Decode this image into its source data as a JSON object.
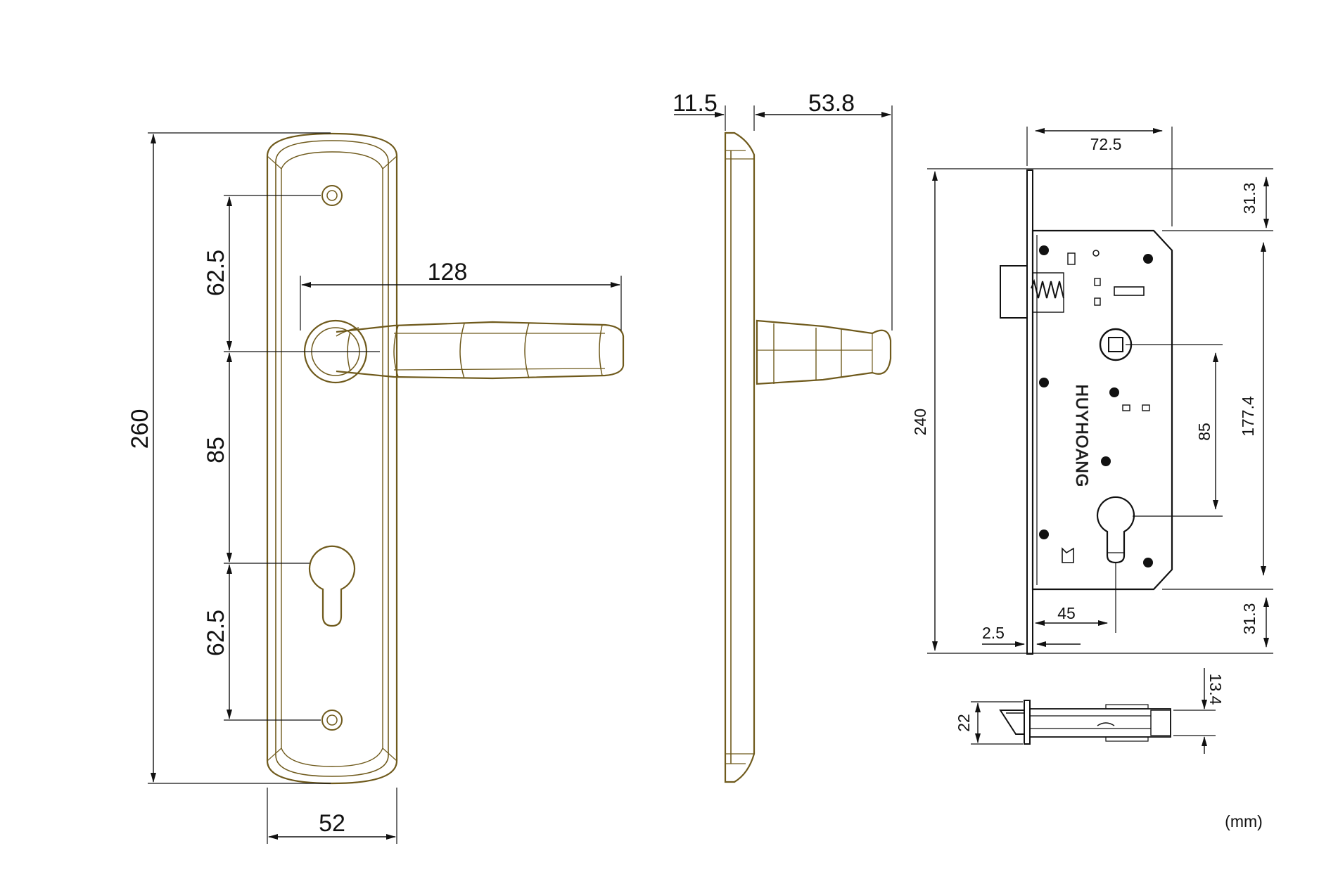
{
  "diagram": {
    "handle_front": {
      "height": "260",
      "width": "52",
      "handle_length": "128",
      "top_screw_to_handle": "62.5",
      "handle_to_cylinder": "85",
      "cylinder_to_bottom_screw": "62.5"
    },
    "handle_side": {
      "plate_thickness": "11.5",
      "projection": "53.8"
    },
    "lock_body": {
      "faceplate_height": "240",
      "backset": "72.5",
      "top_offset": "31.3",
      "body_height": "177.4",
      "handle_to_cylinder": "85",
      "bottom_offset": "31.3",
      "cylinder_backset": "45",
      "faceplate_thickness": "2.5",
      "brand": "HUYHOANG"
    },
    "latch": {
      "width": "22",
      "thickness": "13.4"
    },
    "unit": "(mm)"
  }
}
